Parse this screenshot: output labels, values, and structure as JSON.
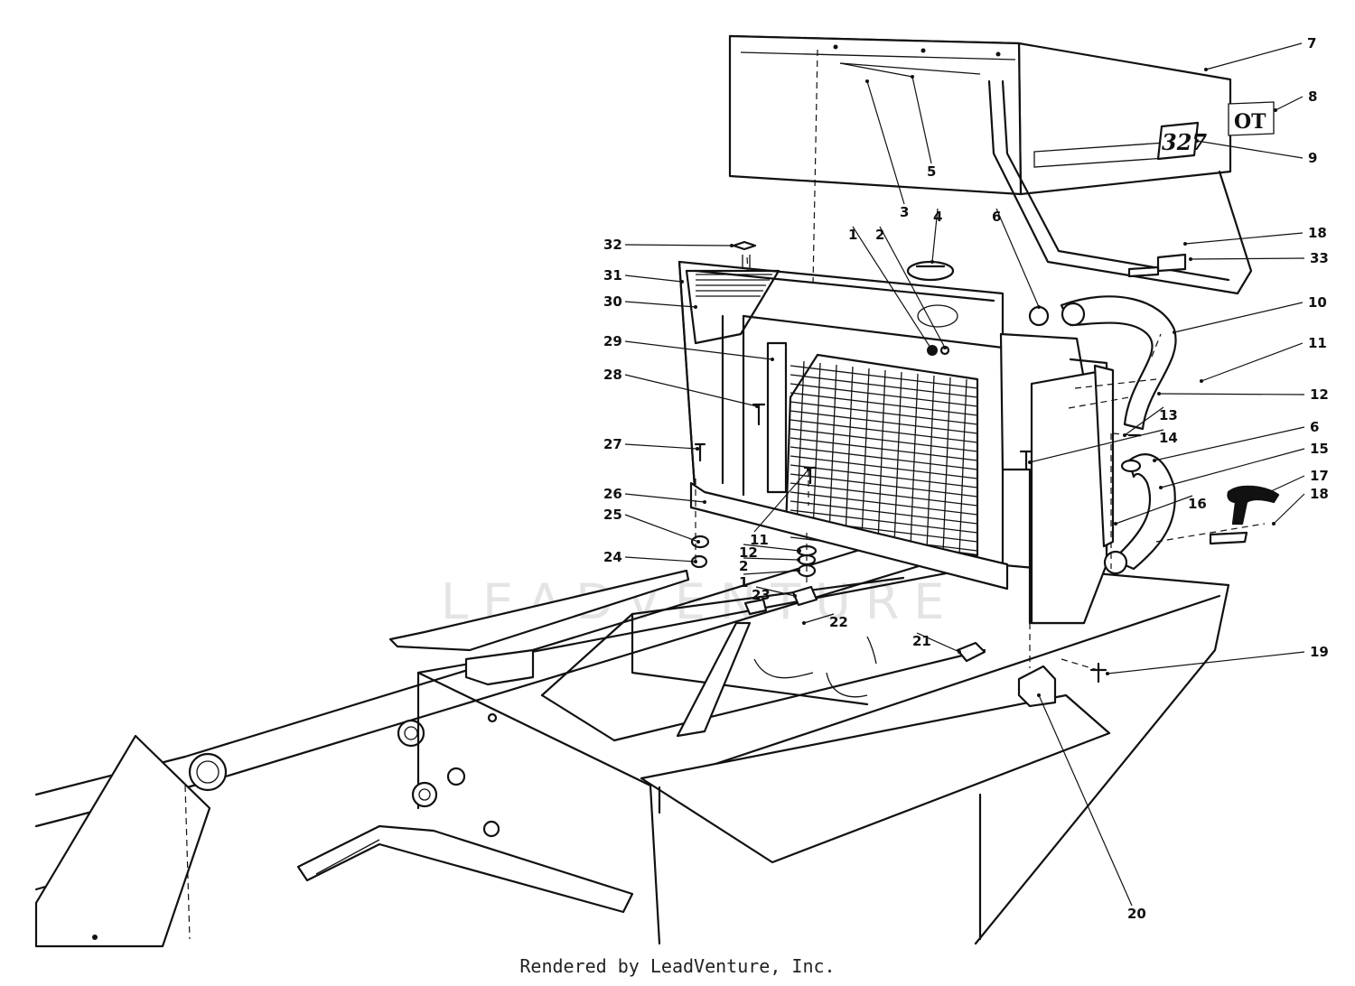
{
  "watermark": "LEADVENTURE",
  "model_badge": "327",
  "brand_badge": "OT",
  "footer": "Rendered by LeadVenture, Inc.",
  "callouts": [
    {
      "label": "7"
    },
    {
      "label": "8"
    },
    {
      "label": "9"
    },
    {
      "label": "5"
    },
    {
      "label": "3"
    },
    {
      "label": "4"
    },
    {
      "label": "6"
    },
    {
      "label": "1"
    },
    {
      "label": "2"
    },
    {
      "label": "18"
    },
    {
      "label": "33"
    },
    {
      "label": "32"
    },
    {
      "label": "31"
    },
    {
      "label": "30"
    },
    {
      "label": "10"
    },
    {
      "label": "29"
    },
    {
      "label": "11"
    },
    {
      "label": "12"
    },
    {
      "label": "28"
    },
    {
      "label": "13"
    },
    {
      "label": "14"
    },
    {
      "label": "6"
    },
    {
      "label": "15"
    },
    {
      "label": "27"
    },
    {
      "label": "17"
    },
    {
      "label": "18"
    },
    {
      "label": "26"
    },
    {
      "label": "16"
    },
    {
      "label": "25"
    },
    {
      "label": "11"
    },
    {
      "label": "12"
    },
    {
      "label": "2"
    },
    {
      "label": "24"
    },
    {
      "label": "1"
    },
    {
      "label": "23"
    },
    {
      "label": "22"
    },
    {
      "label": "21"
    },
    {
      "label": "19"
    },
    {
      "label": "20"
    }
  ]
}
